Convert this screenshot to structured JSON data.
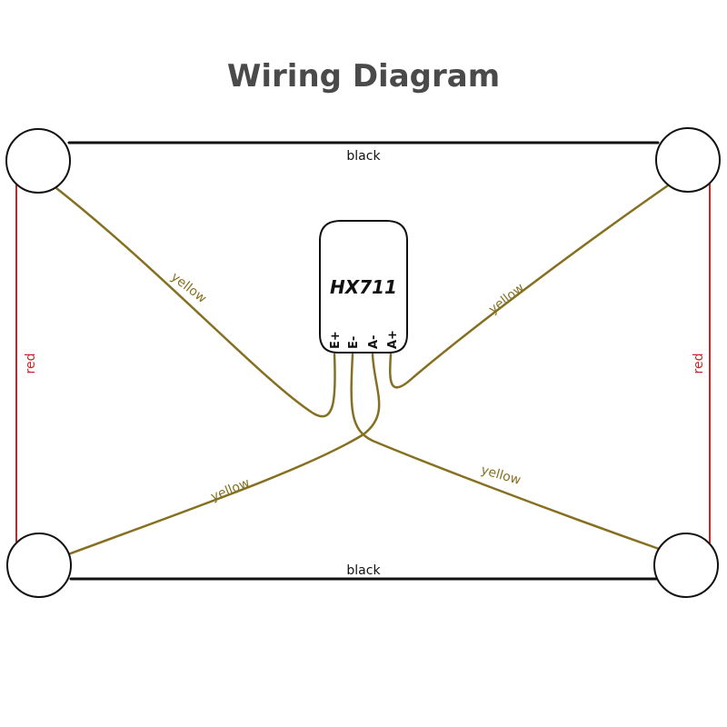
{
  "title": "Wiring Diagram",
  "module": {
    "label": "HX711",
    "pins": [
      "E+",
      "E-",
      "A-",
      "A+"
    ]
  },
  "wires": {
    "black_top": "black",
    "black_bottom": "black",
    "red_left": "red",
    "red_right": "red",
    "yellow_top_left": "yellow",
    "yellow_top_right": "yellow",
    "yellow_bottom_left": "yellow",
    "yellow_bottom_right": "yellow"
  },
  "colors": {
    "black": "#111111",
    "red": "#c62828",
    "yellow": "#857021",
    "title": "#4a4a4a"
  }
}
